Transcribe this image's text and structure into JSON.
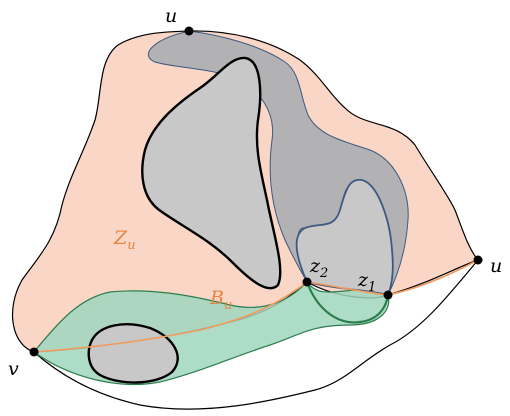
{
  "labels": {
    "u_top": {
      "base": "u",
      "sub": ""
    },
    "u_right": {
      "base": "u",
      "sub": ""
    },
    "v": {
      "base": "v",
      "sub": ""
    },
    "z1": {
      "base": "z",
      "sub": "1"
    },
    "z2": {
      "base": "z",
      "sub": "2"
    },
    "Zu": {
      "base": "Z",
      "sub": "u"
    },
    "Bu": {
      "base": "B",
      "sub": "u"
    }
  },
  "colors": {
    "region_z": "#f9d6c6",
    "region_green": "#9fd6bd",
    "green_stroke": "#2e7d4e",
    "blue_stroke": "#3d5a80",
    "gray_fill": "#c8c8c8",
    "gray_blob": "#9aa4ad",
    "orange_path": "#f29a5c",
    "orange_text": "#e8843f",
    "black": "#000000"
  }
}
